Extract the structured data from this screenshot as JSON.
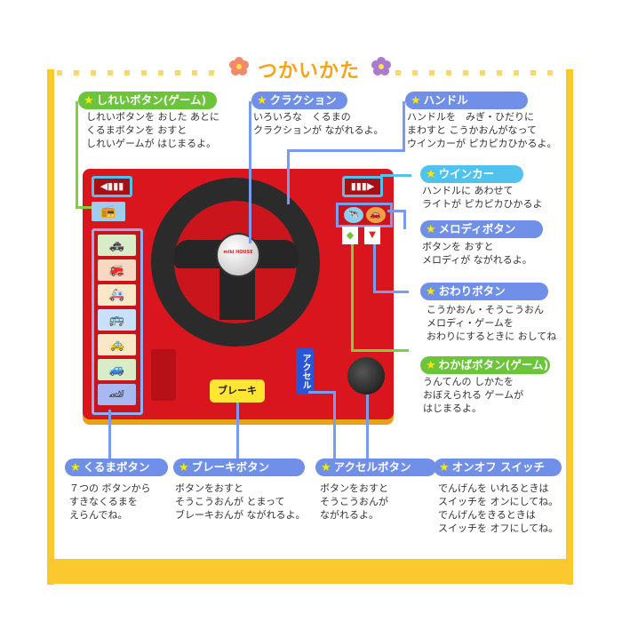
{
  "header": {
    "title": "つかいかた",
    "flower_left_color": "#f28a6a",
    "flower_right_color": "#a87ad0"
  },
  "colors": {
    "frame": "#fcc830",
    "label_blue": "#6f8fe8",
    "label_green": "#6cc43a",
    "label_cyan": "#4fc3ee",
    "toy_red": "#d9151d",
    "title_orange": "#f4a31b"
  },
  "labels": {
    "shirei": {
      "title": "しれいボタン(ゲーム)",
      "desc": "しれいボタンを おした あとに\nくるまボタンを おすと\nしれいゲームが はじまるよ。"
    },
    "klaxon": {
      "title": "クラクション",
      "desc": "いろいろな　くるまの\nクラクションが ながれるよ。"
    },
    "handle": {
      "title": "ハンドル",
      "desc": "ハンドルを　みぎ・ひだりに\nまわすと こうかおんがなって\nウインカーが ピカピカひかるよ。"
    },
    "winker": {
      "title": "ウインカー",
      "desc": "ハンドルに あわせて\nライトが ピカピカひかるよ"
    },
    "melody": {
      "title": "メロディボタン",
      "desc": "ボタンを おすと\nメロディが ながれるよ。"
    },
    "owari": {
      "title": "おわりボタン",
      "desc": "こうかおん・そうこうおん\nメロディ・ゲームを\nおわりにするときに おしてね"
    },
    "wakaba": {
      "title": "わかばボタン(ゲーム)",
      "desc": "うんてんの しかたを\nおぼえられる ゲームが\nはじまるよ。"
    },
    "kuruma": {
      "title": "くるまボタン",
      "desc": "７つの ボタンから\nすきなくるまを\nえらんでね。"
    },
    "brake": {
      "title": "ブレーキボタン",
      "desc": "ボタンをおすと\nそうこうおんが とまって\nブレーキおんが ながれるよ。"
    },
    "accel": {
      "title": "アクセルボタン",
      "desc": "ボタンをおすと\nそうこうおんが\nながれるよ。"
    },
    "onoff": {
      "title": "オンオフ スイッチ",
      "desc": "でんげんを いれるときは\nスイッチを オンにしてね。\nでんげんをきるときは\nスイッチを オフにしてね。"
    }
  },
  "toy": {
    "brake_label": "ブレーキ",
    "accel_label": "アクセル",
    "horn_brand": "miki HOUSE",
    "car_buttons": [
      {
        "name": "police-car",
        "glyph": "🚓",
        "bg": "#d8ecc8"
      },
      {
        "name": "fire-truck",
        "glyph": "🚒",
        "bg": "#f8d8c0"
      },
      {
        "name": "ambulance",
        "glyph": "🚑",
        "bg": "#f8e8c8"
      },
      {
        "name": "bus",
        "glyph": "🚌",
        "bg": "#c8e0f8"
      },
      {
        "name": "taxi",
        "glyph": "🚕",
        "bg": "#f8e8c8"
      },
      {
        "name": "jeep",
        "glyph": "🚙",
        "bg": "#d8ecc8"
      },
      {
        "name": "race-car",
        "glyph": "🏎",
        "bg": "#a8b8f0"
      }
    ]
  }
}
